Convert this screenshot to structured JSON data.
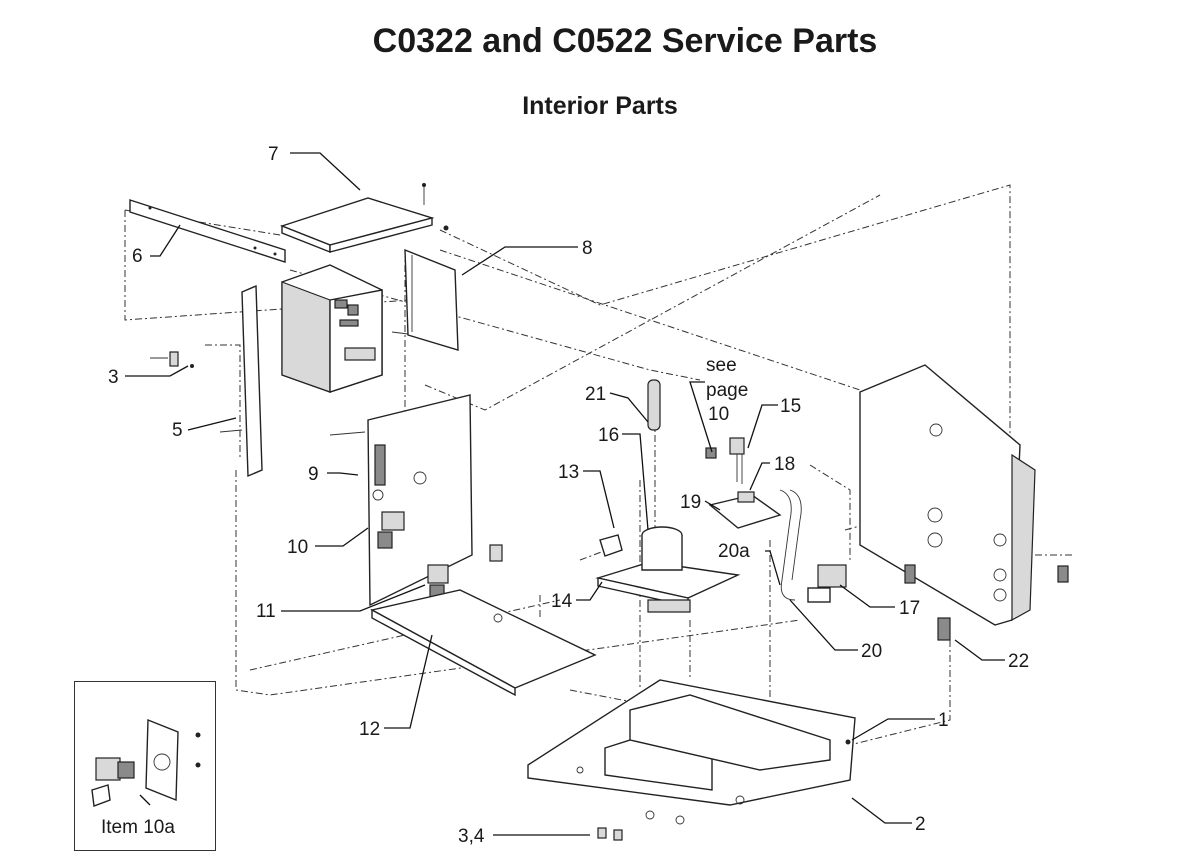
{
  "title": "C0322 and C0522 Service Parts",
  "subtitle": "Interior Parts",
  "callouts": [
    {
      "id": "c7",
      "label": "7"
    },
    {
      "id": "c6",
      "label": "6"
    },
    {
      "id": "c8",
      "label": "8"
    },
    {
      "id": "c3",
      "label": "3"
    },
    {
      "id": "c5",
      "label": "5"
    },
    {
      "id": "c9",
      "label": "9"
    },
    {
      "id": "c10",
      "label": "10"
    },
    {
      "id": "c11",
      "label": "11"
    },
    {
      "id": "c12",
      "label": "12"
    },
    {
      "id": "c21",
      "label": "21"
    },
    {
      "id": "c16",
      "label": "16"
    },
    {
      "id": "c13",
      "label": "13"
    },
    {
      "id": "c14",
      "label": "14"
    },
    {
      "id": "c15",
      "label": "15"
    },
    {
      "id": "c18",
      "label": "18"
    },
    {
      "id": "c19",
      "label": "19"
    },
    {
      "id": "c20a",
      "label": "20a"
    },
    {
      "id": "c17",
      "label": "17"
    },
    {
      "id": "c20",
      "label": "20"
    },
    {
      "id": "c22",
      "label": "22"
    },
    {
      "id": "c1",
      "label": "1"
    },
    {
      "id": "c2",
      "label": "2"
    },
    {
      "id": "c34",
      "label": "3,4"
    }
  ],
  "see_page": {
    "line1": "see",
    "line2": "page",
    "line3": "10"
  },
  "inset": {
    "label": "Item 10a"
  }
}
